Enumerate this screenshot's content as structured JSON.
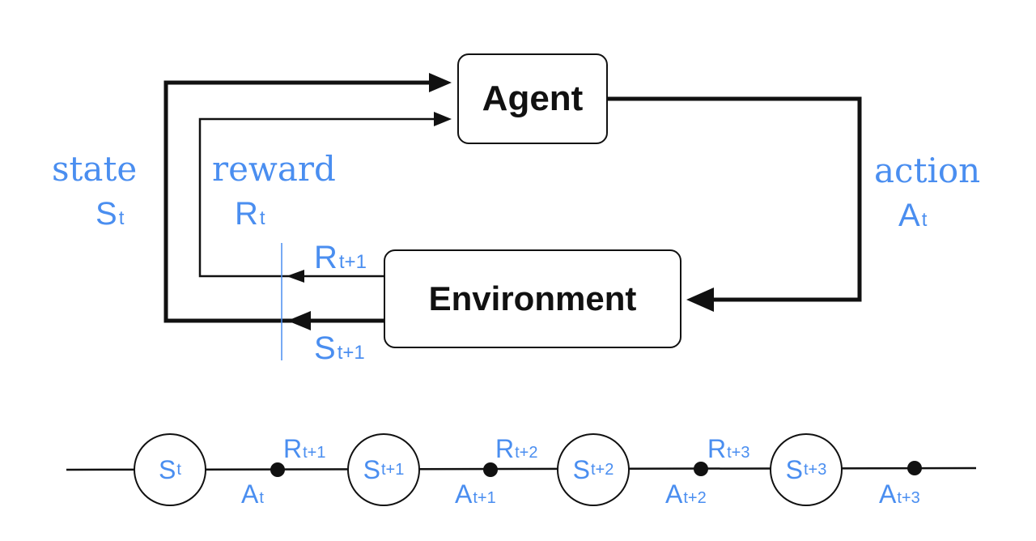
{
  "agent": {
    "label": "Agent"
  },
  "environment": {
    "label": "Environment"
  },
  "state": {
    "word": "state",
    "symbol": "S",
    "sub": "t"
  },
  "reward": {
    "word": "reward",
    "symbol": "R",
    "sub": "t"
  },
  "action": {
    "word": "action",
    "symbol": "A",
    "sub": "t"
  },
  "next_reward": {
    "symbol": "R",
    "sub": "t+1"
  },
  "next_state": {
    "symbol": "S",
    "sub": "t+1"
  },
  "colors": {
    "label": "#4a8ef0",
    "line": "#111111"
  },
  "trajectory": {
    "states": [
      {
        "symbol": "S",
        "sub": "t"
      },
      {
        "symbol": "S",
        "sub": "t+1"
      },
      {
        "symbol": "S",
        "sub": "t+2"
      },
      {
        "symbol": "S",
        "sub": "t+3"
      }
    ],
    "actions": [
      {
        "symbol": "A",
        "sub": "t"
      },
      {
        "symbol": "A",
        "sub": "t+1"
      },
      {
        "symbol": "A",
        "sub": "t+2"
      },
      {
        "symbol": "A",
        "sub": "t+3"
      }
    ],
    "rewards": [
      {
        "symbol": "R",
        "sub": "t+1"
      },
      {
        "symbol": "R",
        "sub": "t+2"
      },
      {
        "symbol": "R",
        "sub": "t+3"
      }
    ]
  }
}
